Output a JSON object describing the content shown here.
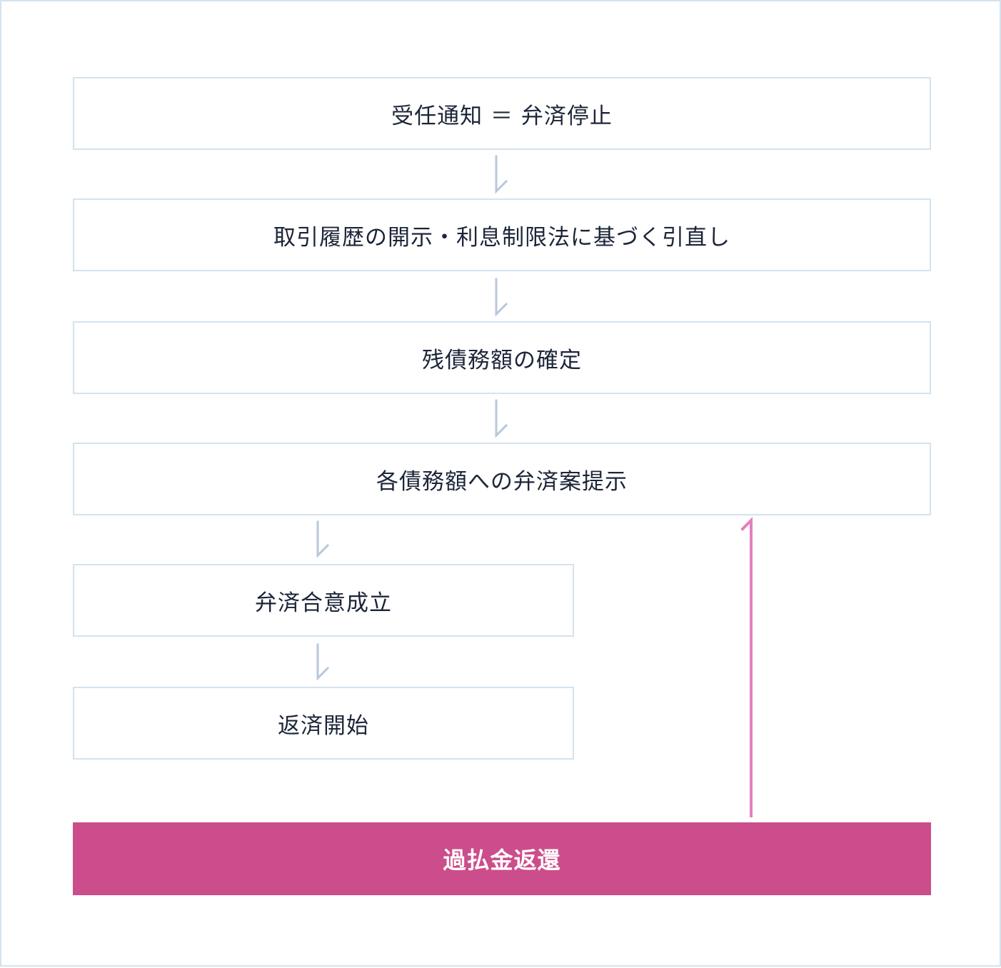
{
  "flow": {
    "steps": [
      {
        "label": "受任通知 ＝ 弁済停止"
      },
      {
        "label": "取引履歴の開示・利息制限法に基づく引直し"
      },
      {
        "label": "残債務額の確定"
      },
      {
        "label": "各債務額への弁済案提示"
      },
      {
        "label": "弁済合意成立"
      },
      {
        "label": "返済開始"
      }
    ],
    "refund": {
      "label": "過払金返還"
    }
  },
  "colors": {
    "box_border": "#d3e3ee",
    "text": "#1c2538",
    "arrow": "#b8c8dd",
    "refund_fill": "#cc4d8b",
    "refund_arrow": "#e37fbf"
  }
}
